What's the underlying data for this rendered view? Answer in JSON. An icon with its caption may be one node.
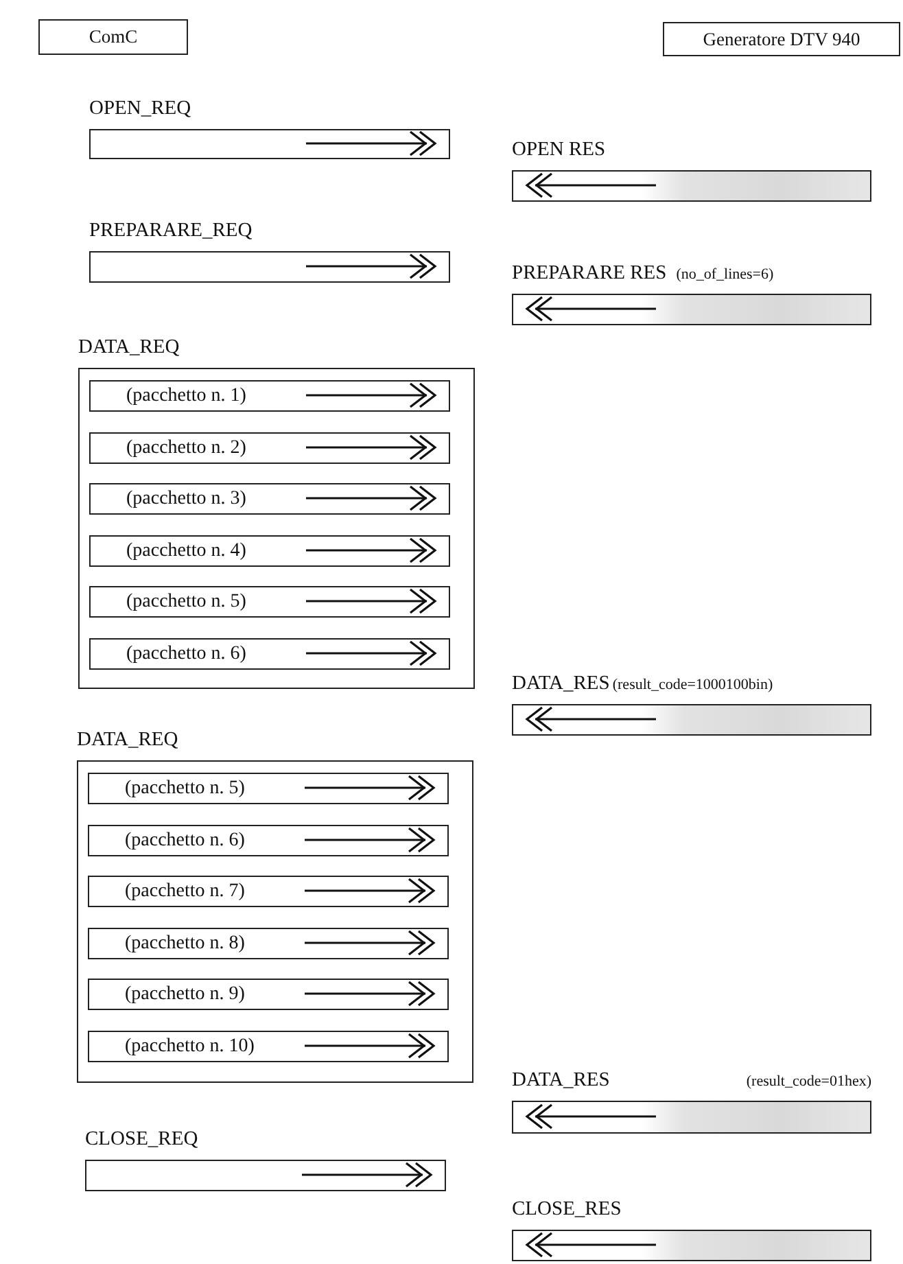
{
  "diagram": {
    "nodes": [
      {
        "text": [
          "ComC"
        ]
      },
      {
        "text": [
          "Generatore DTV 940"
        ]
      },
      {
        "text": [
          "OPEN_REQ"
        ]
      },
      {
        "text": [
          "OPEN RES"
        ]
      },
      {
        "text": [
          "PREPARARE_REQ"
        ]
      },
      {
        "text": [
          "PREPARARE RES",
          "(no_of_lines=6)"
        ]
      },
      {
        "text": [
          "DATA_REQ"
        ]
      },
      {
        "text": [
          "(pacchetto n. 1)"
        ],
        "in": 6
      },
      {
        "text": [
          "(pacchetto n. 2)"
        ],
        "in": 6
      },
      {
        "text": [
          "(pacchetto n. 3)"
        ],
        "in": 6
      },
      {
        "text": [
          "(pacchetto n. 4)"
        ],
        "in": 6
      },
      {
        "text": [
          "(pacchetto n. 5)"
        ],
        "in": 6
      },
      {
        "text": [
          "(pacchetto n. 6)"
        ],
        "in": 6
      },
      {
        "text": [
          "DATA_RES",
          "(result_code=1000100bin)"
        ]
      },
      {
        "text": [
          "DATA_REQ"
        ]
      },
      {
        "text": [
          "(pacchetto n. 5)"
        ],
        "in": 14
      },
      {
        "text": [
          "(pacchetto n. 6)"
        ],
        "in": 14
      },
      {
        "text": [
          "(pacchetto n. 7)"
        ],
        "in": 14
      },
      {
        "text": [
          "(pacchetto n. 8)"
        ],
        "in": 14
      },
      {
        "text": [
          "(pacchetto n. 9)"
        ],
        "in": 14
      },
      {
        "text": [
          "(pacchetto n. 10)"
        ],
        "in": 14
      },
      {
        "text": [
          "DATA_RES",
          "(result_code=01hex)"
        ]
      },
      {
        "text": [
          "CLOSE_REQ"
        ]
      },
      {
        "text": [
          "CLOSE_RES"
        ]
      }
    ]
  }
}
